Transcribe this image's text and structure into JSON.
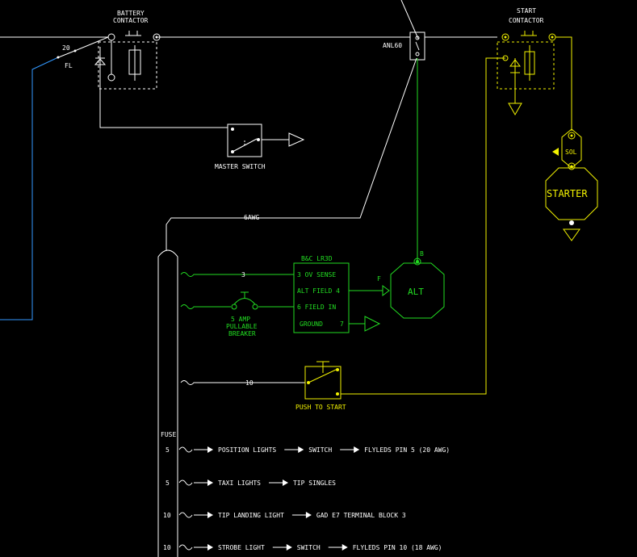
{
  "labels": {
    "battery_contactor_1": "BATTERY",
    "battery_contactor_2": "CONTACTOR",
    "fuse_20": "20",
    "fl": "FL",
    "anl": "ANL60",
    "start_contactor_1": "START",
    "start_contactor_2": "CONTACTOR",
    "master_switch": "MASTER SWITCH",
    "sol": "SOL",
    "starter": "STARTER",
    "wire_6awg": "6AWG",
    "regulator_title": "B&C LR3D",
    "reg_pin1": "3 OV SENSE",
    "reg_pin2": "ALT FIELD 4",
    "reg_pin3": "6  FIELD IN",
    "reg_pin4_name": "GROUND",
    "reg_pin4_num": "7",
    "wire_3": "3",
    "wire_10": "10",
    "breaker_1": "5 AMP",
    "breaker_2": "PULLABLE",
    "breaker_3": "BREAKER",
    "alt": "ALT",
    "alt_b": "B",
    "alt_f": "F",
    "push_to_start": "PUSH TO START",
    "fuse_header": "FUSE"
  },
  "circuits": [
    {
      "fuse": "5",
      "chain": [
        "POSITION LIGHTS",
        "SWITCH",
        "FLYLEDS PIN 5  (20 AWG)"
      ]
    },
    {
      "fuse": "5",
      "chain": [
        "TAXI LIGHTS",
        "TIP SINGLES"
      ]
    },
    {
      "fuse": "10",
      "chain": [
        "TIP LANDING LIGHT",
        "GAD E7 TERMINAL BLOCK 3"
      ]
    },
    {
      "fuse": "10",
      "chain": [
        "STROBE LIGHT",
        "SWITCH",
        "FLYLEDS PIN 10  (18 AWG)"
      ]
    }
  ],
  "colors": {
    "white": "#ffffff",
    "green": "#22dd22",
    "yellow": "#f2f200",
    "blue": "#3399ff",
    "background": "#000000"
  }
}
